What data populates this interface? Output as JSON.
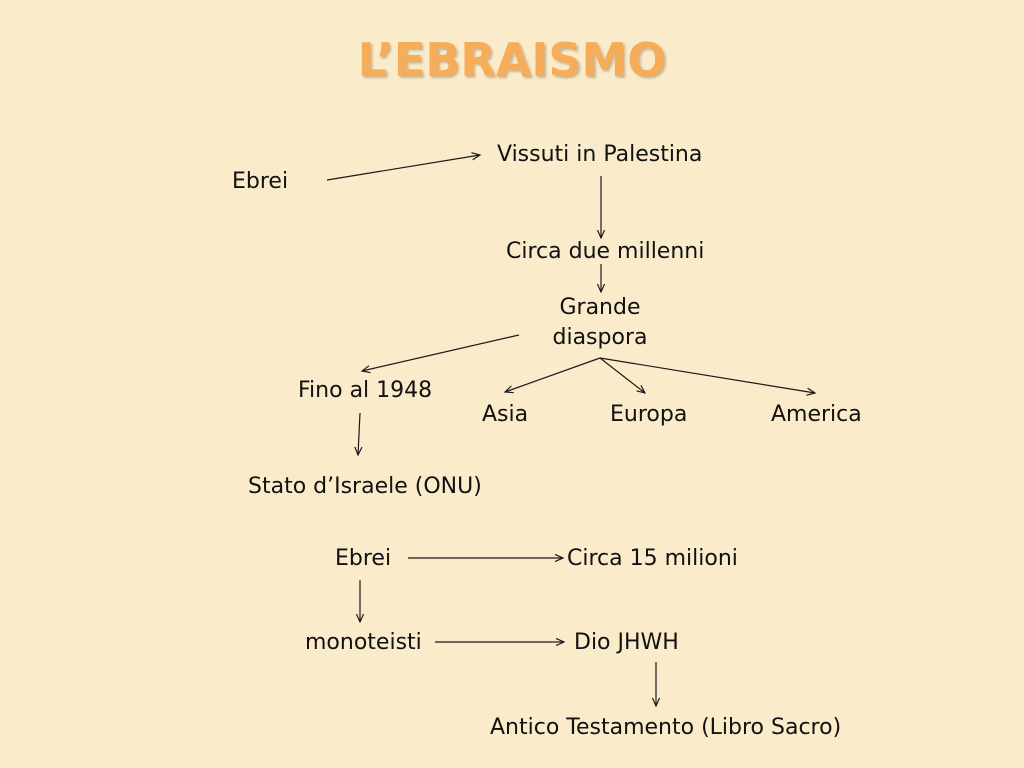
{
  "title": "L’EBRAISMO",
  "nodes": {
    "ebrei_top": "Ebrei",
    "vissuti": "Vissuti in Palestina",
    "millenni": "Circa due millenni",
    "grande": "Grande",
    "diaspora": "diaspora",
    "fino": "Fino al 1948",
    "asia": "Asia",
    "europa": "Europa",
    "america": "America",
    "stato": "Stato d’Israele (ONU)",
    "ebrei_bottom": "Ebrei",
    "milioni": "Circa 15 milioni",
    "monoteisti": "monoteisti",
    "dio": "Dio JHWH",
    "antico": "Antico Testamento (Libro Sacro)"
  },
  "colors": {
    "background": "#faebcb",
    "title": "#f6ad5a",
    "text": "#111111"
  }
}
